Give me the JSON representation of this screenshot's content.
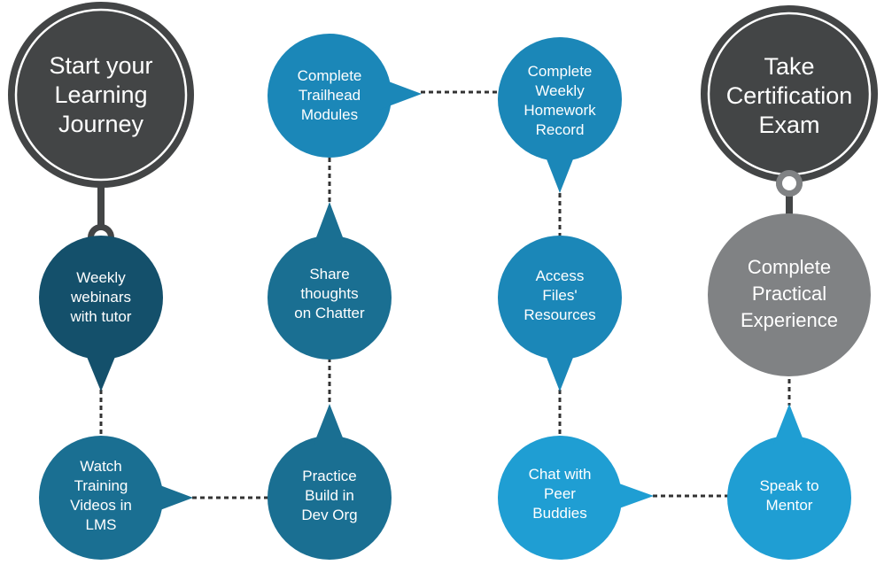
{
  "colors": {
    "dark_gray": "#434546",
    "mid_gray": "#808284",
    "teal_dark": "#14506b",
    "teal_mid": "#1a6f92",
    "blue_mid": "#1b87b8",
    "blue_light": "#1f9ed3",
    "connector": "#333333"
  },
  "nodes": {
    "start": {
      "lines": [
        "Start your",
        "Learning",
        "Journey"
      ]
    },
    "webinars": {
      "lines": [
        "Weekly",
        "webinars",
        "with tutor"
      ]
    },
    "watch": {
      "lines": [
        "Watch",
        "Training",
        "Videos in",
        "LMS"
      ]
    },
    "practice": {
      "lines": [
        "Practice",
        "Build in",
        "Dev Org"
      ]
    },
    "chatter": {
      "lines": [
        "Share",
        "thoughts",
        "on Chatter"
      ]
    },
    "trailhead": {
      "lines": [
        "Complete",
        "Trailhead",
        "Modules"
      ]
    },
    "homework": {
      "lines": [
        "Complete",
        "Weekly",
        "Homework",
        "Record"
      ]
    },
    "files": {
      "lines": [
        "Access",
        "Files'",
        "Resources"
      ]
    },
    "peer": {
      "lines": [
        "Chat with",
        "Peer",
        "Buddies"
      ]
    },
    "mentor": {
      "lines": [
        "Speak to",
        "Mentor"
      ]
    },
    "practical": {
      "lines": [
        "Complete",
        "Practical",
        "Experience"
      ]
    },
    "exam": {
      "lines": [
        "Take",
        "Certification",
        "Exam"
      ]
    }
  }
}
